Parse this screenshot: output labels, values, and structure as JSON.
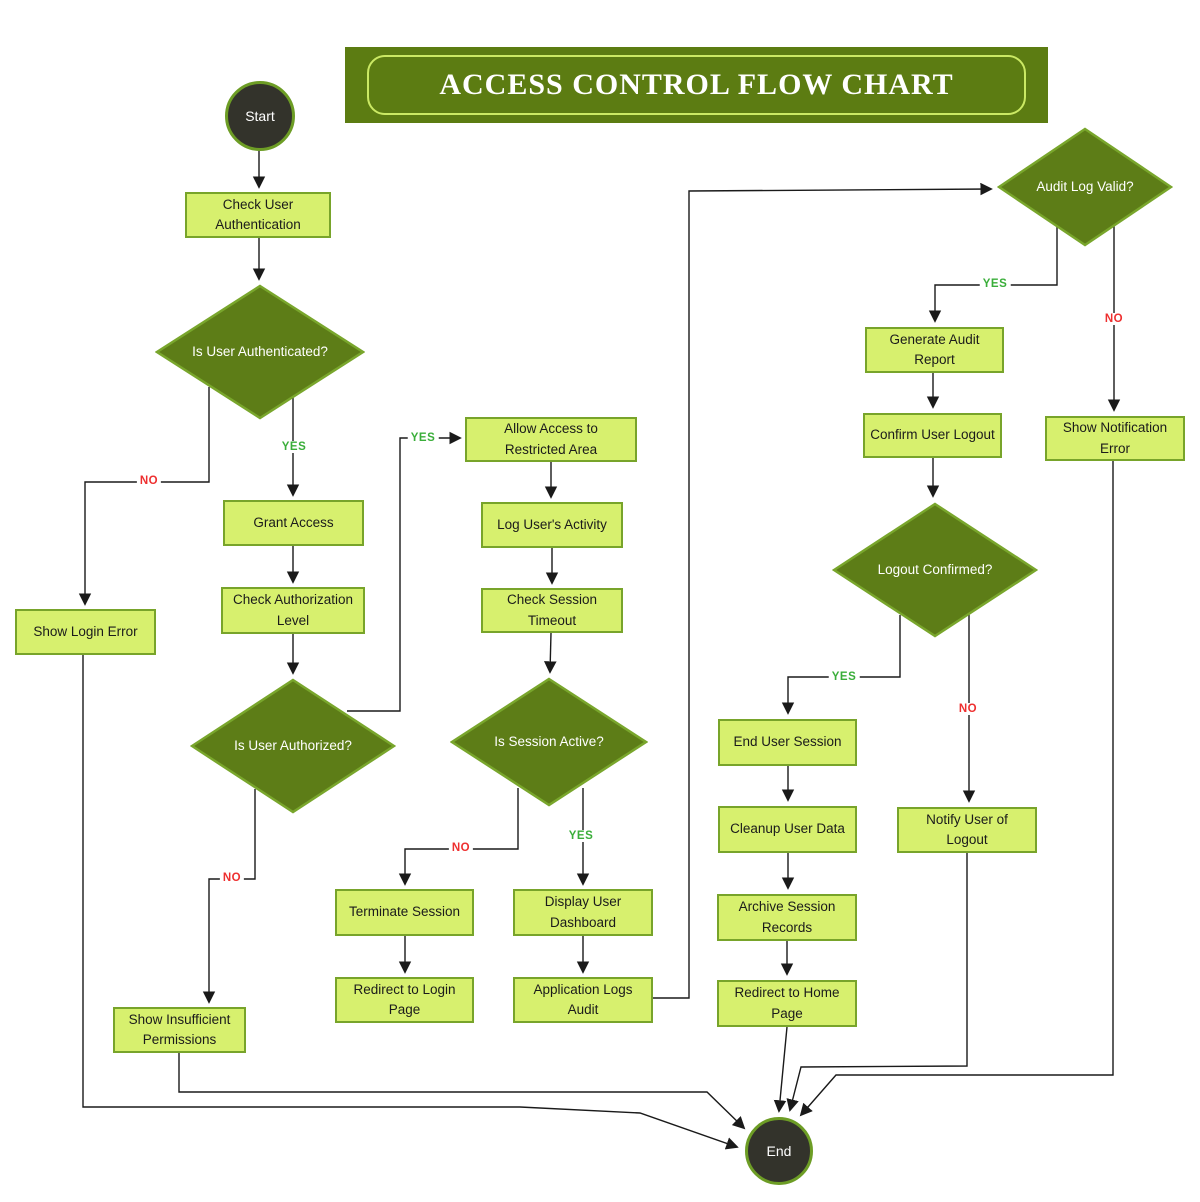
{
  "title": {
    "text": "ACCESS CONTROL FLOW CHART"
  },
  "nodes": {
    "start": {
      "label": "Start",
      "type": "terminal"
    },
    "check_user_authentication": {
      "label": "Check User Authentication",
      "type": "process"
    },
    "is_user_authenticated": {
      "label": "Is User Authenticated?",
      "type": "decision"
    },
    "grant_access": {
      "label": "Grant Access",
      "type": "process"
    },
    "check_authorization_level": {
      "label": "Check Authorization Level",
      "type": "process"
    },
    "show_login_error": {
      "label": "Show Login Error",
      "type": "process"
    },
    "is_user_authorized": {
      "label": "Is User Authorized?",
      "type": "decision"
    },
    "show_insufficient_permissions": {
      "label": "Show Insufficient Permissions",
      "type": "process"
    },
    "allow_access_restricted": {
      "label": "Allow Access to Restricted Area",
      "type": "process"
    },
    "log_users_activity": {
      "label": "Log User's Activity",
      "type": "process"
    },
    "check_session_timeout": {
      "label": "Check Session Timeout",
      "type": "process"
    },
    "is_session_active": {
      "label": "Is Session Active?",
      "type": "decision"
    },
    "terminate_session": {
      "label": "Terminate Session",
      "type": "process"
    },
    "redirect_to_login_page": {
      "label": "Redirect to Login Page",
      "type": "process"
    },
    "display_user_dashboard": {
      "label": "Display User Dashboard",
      "type": "process"
    },
    "application_logs_audit": {
      "label": "Application Logs Audit",
      "type": "process"
    },
    "audit_log_valid": {
      "label": "Audit Log Valid?",
      "type": "decision"
    },
    "generate_audit_report": {
      "label": "Generate Audit Report",
      "type": "process"
    },
    "confirm_user_logout": {
      "label": "Confirm User Logout",
      "type": "process"
    },
    "show_notification_error": {
      "label": "Show Notification Error",
      "type": "process"
    },
    "logout_confirmed": {
      "label": "Logout Confirmed?",
      "type": "decision"
    },
    "end_user_session": {
      "label": "End User Session",
      "type": "process"
    },
    "cleanup_user_data": {
      "label": "Cleanup User Data",
      "type": "process"
    },
    "archive_session_records": {
      "label": "Archive Session Records",
      "type": "process"
    },
    "redirect_to_home_page": {
      "label": "Redirect to Home Page",
      "type": "process"
    },
    "notify_user_of_logout": {
      "label": "Notify User of Logout",
      "type": "process"
    },
    "end": {
      "label": "End",
      "type": "terminal"
    }
  },
  "edge_labels": {
    "authenticated_yes": {
      "text": "YES"
    },
    "authenticated_no": {
      "text": "NO"
    },
    "authorized_yes": {
      "text": "YES"
    },
    "authorized_no": {
      "text": "NO"
    },
    "session_active_yes": {
      "text": "YES"
    },
    "session_active_no": {
      "text": "NO"
    },
    "audit_valid_yes": {
      "text": "YES"
    },
    "audit_valid_no": {
      "text": "NO"
    },
    "logout_confirmed_yes": {
      "text": "YES"
    },
    "logout_confirmed_no": {
      "text": "NO"
    }
  },
  "colors": {
    "process_fill": "#d7f06e",
    "process_border": "#78a42a",
    "decision_fill": "#5d7d17",
    "decision_border": "#79a62c",
    "terminal_fill": "#33332b",
    "terminal_border": "#6d9d25",
    "banner_fill": "#5c7c12",
    "banner_border": "#cbe964",
    "yes_label": "#3aae3a",
    "no_label": "#ee2f2f",
    "connector": "#1a1a1a"
  }
}
